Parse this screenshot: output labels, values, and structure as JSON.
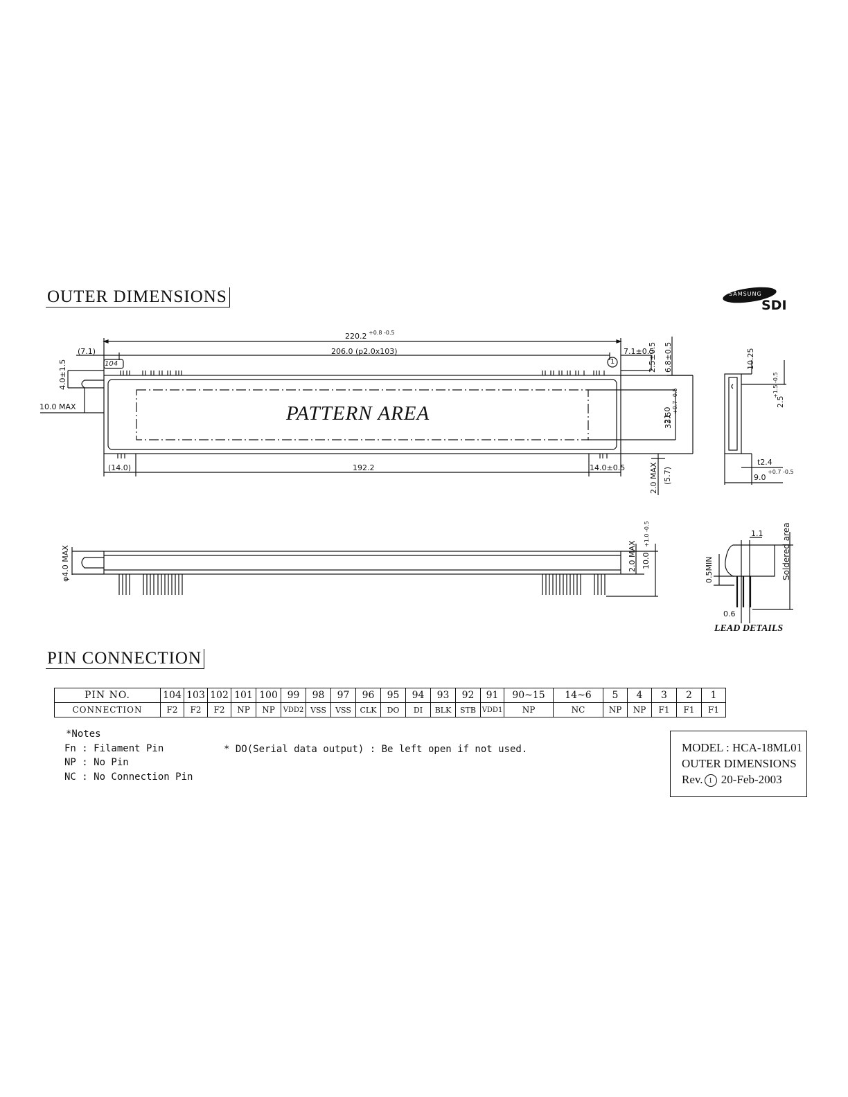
{
  "headings": {
    "outer": "OUTER DIMENSIONS",
    "pin": "PIN CONNECTION"
  },
  "logo": {
    "brand_small": "SAMSUNG",
    "brand_large": "SDI"
  },
  "drawing": {
    "pattern_area": "PATTERN AREA",
    "lead_details": "LEAD DETAILS",
    "pin_marker_last": "104",
    "pin_marker_first": "1",
    "dims": {
      "total_width": "220.2",
      "total_width_tol": "+0.8 -0.5",
      "pitch_span": "206.0 (p2.0x103)",
      "left_offset": "(7.1)",
      "right_offset": "7.1±0.5",
      "top_offset_a": "2.5±0.5",
      "top_offset_b": "6.8±0.5",
      "pin_height": "4.0±1.5",
      "tube_max": "10.0 MAX",
      "pattern_height": "21.0",
      "total_height": "33.5",
      "total_height_tol": "+0.7 -0.5",
      "bottom_left": "(14.0)",
      "bottom_span": "192.2",
      "bottom_right": "14.0±0.5",
      "tip_max": "2.0 MAX",
      "tip_offset": "(5.7)",
      "side_a": "10.25",
      "side_b": "2.5",
      "side_b_tol": "+1.5 -0.5",
      "side_c": "t2.4",
      "side_d": "9.0",
      "side_d_tol": "+0.7 -0.5",
      "tube_dia": "φ4.0 MAX",
      "thick_max": "2.0 MAX",
      "thick": "10.0",
      "thick_tol": "+1.0 -0.5",
      "lead_a": "1.1",
      "lead_b": "0.5MIN",
      "lead_c": "0.6",
      "soldered": "Soldered area"
    }
  },
  "pin_table": {
    "header_label": "PIN NO.",
    "conn_label": "CONNECTION",
    "pins": [
      "104",
      "103",
      "102",
      "101",
      "100",
      "99",
      "98",
      "97",
      "96",
      "95",
      "94",
      "93",
      "92",
      "91",
      "90~15",
      "14~6",
      "5",
      "4",
      "3",
      "2",
      "1"
    ],
    "connections": [
      "F2",
      "F2",
      "F2",
      "NP",
      "NP",
      "VDD2",
      "VSS",
      "VSS",
      "CLK",
      "DO",
      "DI",
      "BLK",
      "STB",
      "VDD1",
      "NP",
      "NC",
      "NP",
      "NP",
      "F1",
      "F1",
      "F1"
    ]
  },
  "notes": {
    "title": "*Notes",
    "fn": "Fn : Filament Pin",
    "np": "NP : No Pin",
    "nc": "NC : No Connection Pin",
    "do": "* DO(Serial data output) : Be left open if not used."
  },
  "model_box": {
    "model": "MODEL : HCA-18ML01",
    "title": "OUTER DIMENSIONS",
    "rev_label": "Rev.",
    "rev_num": "1",
    "date": "20-Feb-2003"
  }
}
